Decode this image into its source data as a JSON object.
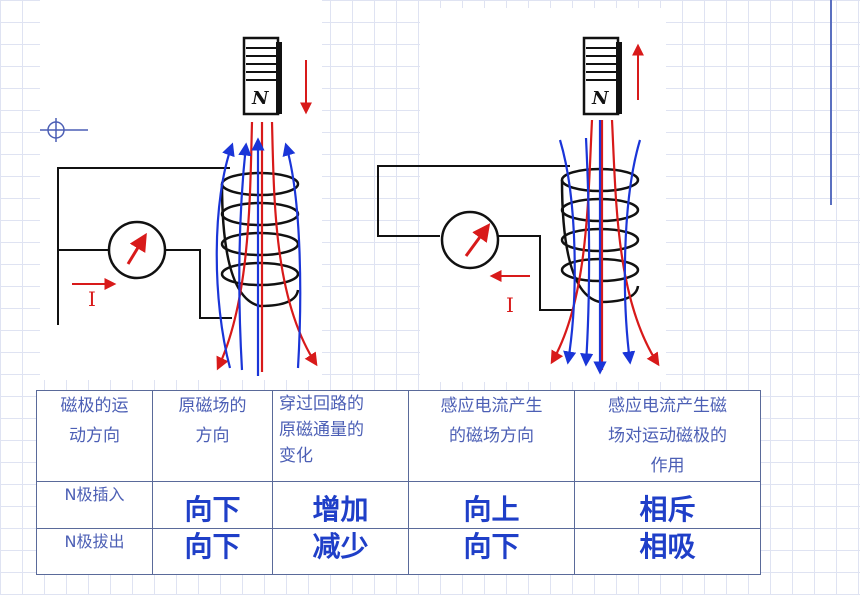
{
  "figure": {
    "left": {
      "magnet_label": "N",
      "current_label": "I"
    },
    "right": {
      "magnet_label": "N",
      "current_label": "I"
    }
  },
  "table": {
    "headers": [
      [
        "磁极的运",
        "动方向"
      ],
      [
        "原磁场的",
        "方向"
      ],
      [
        "穿过回路的",
        "原磁通量的",
        "变化"
      ],
      [
        "感应电流产生",
        "的磁场方向"
      ],
      [
        "感应电流产生磁",
        "场对运动磁极的",
        "作用"
      ]
    ],
    "rows": [
      {
        "label": "N极插入",
        "cells": [
          "向下",
          "增加",
          "向上",
          "相斥"
        ]
      },
      {
        "label": "N极拔出",
        "cells": [
          "向下",
          "减少",
          "向下",
          "相吸"
        ]
      }
    ]
  },
  "colors": {
    "field_line": "#1a35d8",
    "magnet_line": "#d81a1a",
    "text": "#1f3fc8"
  }
}
